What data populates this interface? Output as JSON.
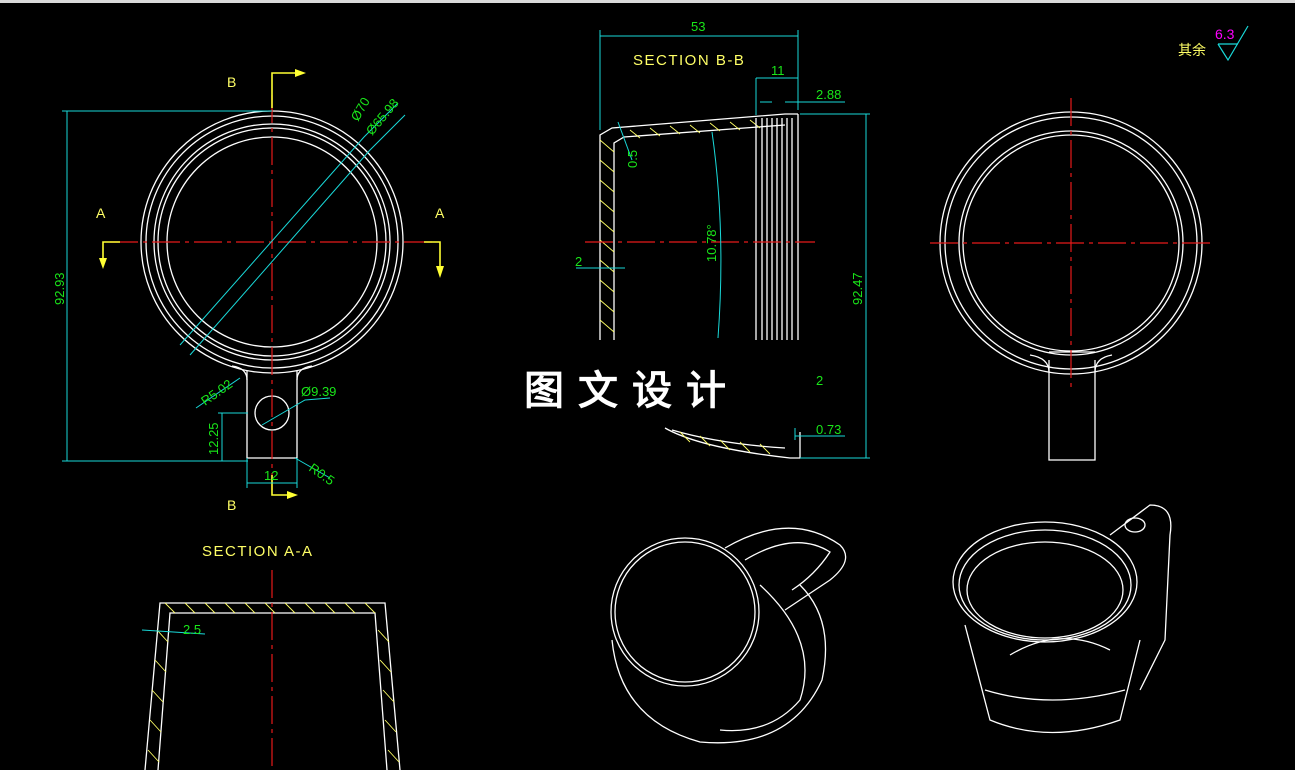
{
  "drawing": {
    "roughness": {
      "label": "其余",
      "value": "6.3"
    },
    "watermark": "图文设计",
    "front_view": {
      "section_mark_b_top": "B",
      "section_mark_b_bottom": "B",
      "section_mark_a_left": "A",
      "section_mark_a_right": "A",
      "dims": {
        "dia_outer": "Ø70",
        "dia_inner": "Ø65.98",
        "height": "92.93",
        "handle_radius": "R5.02",
        "hole_dia": "Ø9.39",
        "handle_len": "12.25",
        "handle_width": "12",
        "fillet": "R0.5"
      }
    },
    "section_bb": {
      "title": "SECTION B-B",
      "dims": {
        "width": "53",
        "rim": "11",
        "lip": "2.88",
        "wall": "0.5",
        "left_wall": "2",
        "taper": "10.78°",
        "height": "92.47",
        "right_small": "2",
        "bottom": "0.73"
      }
    },
    "section_aa": {
      "title": "SECTION A-A",
      "dims": {
        "wall": "2.5"
      }
    }
  }
}
